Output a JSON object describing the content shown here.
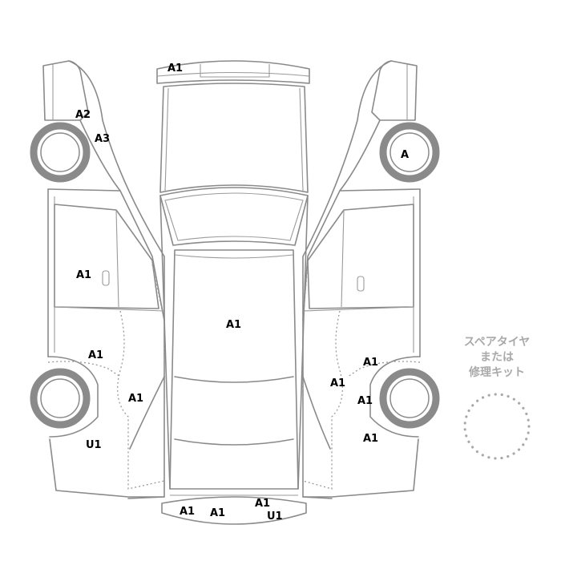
{
  "spare_tire_label": {
    "line1": "スペアタイヤ",
    "line2": "または",
    "line3": "修理キット"
  },
  "damage_marks": {
    "roof_front_bumper": "A1",
    "left_front_fender_a2": "A2",
    "left_front_fender_a3": "A3",
    "right_front_wheel": "A",
    "left_front_door": "A1",
    "roof_center": "A1",
    "left_rear_door": "A1",
    "left_rear_quarter": "A1",
    "left_rear_bumper": "U1",
    "right_rear_door_upper": "A1",
    "right_rear_door_lower": "A1",
    "right_rear_quarter_1": "A1",
    "right_rear_quarter_2": "A1",
    "rear_bumper_left": "A1",
    "rear_bumper_center": "A1",
    "rear_bumper_right": "A1",
    "rear_bumper_u1": "U1"
  }
}
